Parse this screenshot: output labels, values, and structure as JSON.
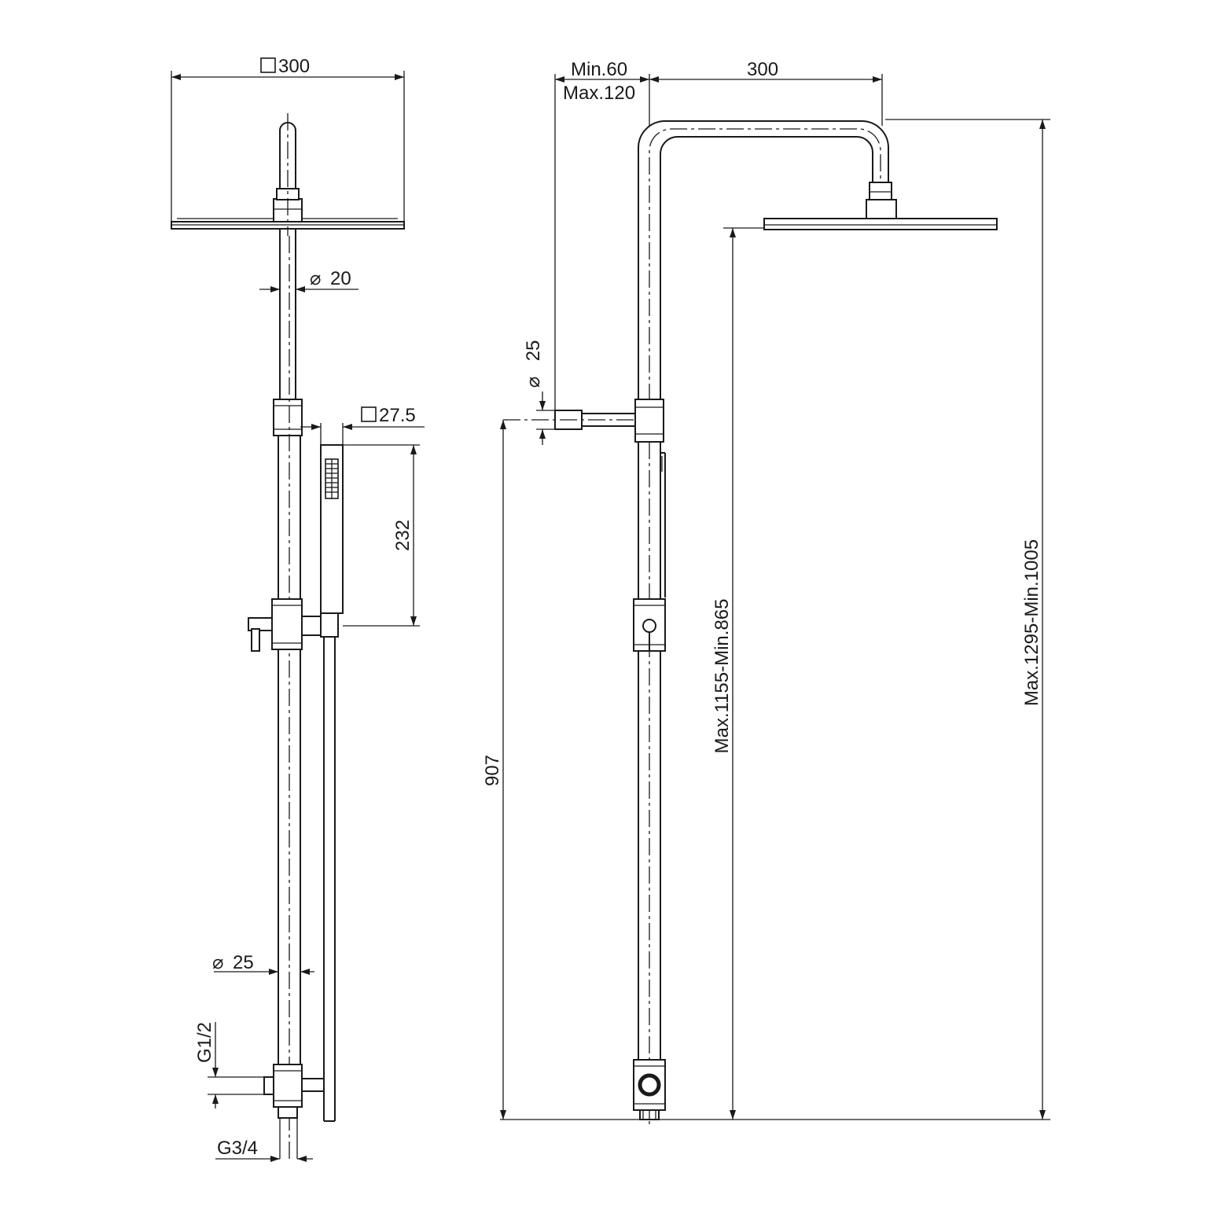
{
  "front_view": {
    "head_width": "300",
    "arm_diameter": "20",
    "handshower_section": "27.5",
    "handshower_length": "232",
    "riser_diameter": "25",
    "inlet_thread": "G1/2",
    "outlet_thread": "G3/4"
  },
  "side_view": {
    "wall_offset_min": "Min.60",
    "wall_offset_max": "Max.120",
    "arm_projection": "300",
    "bracket_diameter": "25",
    "bracket_height": "907",
    "head_height": "Max.1155-Min.865",
    "overall_height": "Max.1295-Min.1005"
  },
  "symbols": {
    "diameter": "⌀"
  }
}
